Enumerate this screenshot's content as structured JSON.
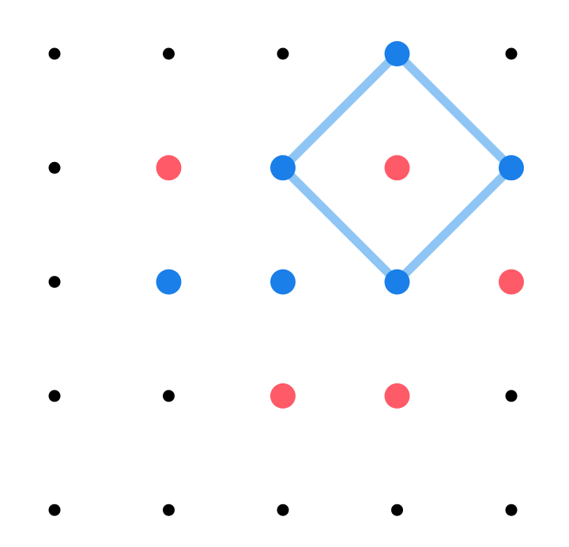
{
  "board": {
    "rows": 5,
    "cols": 5,
    "cells": [
      [
        "empty",
        "empty",
        "empty",
        "blue",
        "empty"
      ],
      [
        "empty",
        "red",
        "blue",
        "red",
        "blue"
      ],
      [
        "empty",
        "blue",
        "blue",
        "blue",
        "red"
      ],
      [
        "empty",
        "empty",
        "red",
        "red",
        "empty"
      ],
      [
        "empty",
        "empty",
        "empty",
        "empty",
        "empty"
      ]
    ]
  },
  "outline": {
    "vertices": [
      [
        0,
        3
      ],
      [
        1,
        4
      ],
      [
        2,
        3
      ],
      [
        1,
        2
      ]
    ]
  },
  "colors": {
    "empty": "#000000",
    "red": "#ff5a67",
    "blue": "#1a7fe8",
    "outline": "#8ec5f5"
  }
}
